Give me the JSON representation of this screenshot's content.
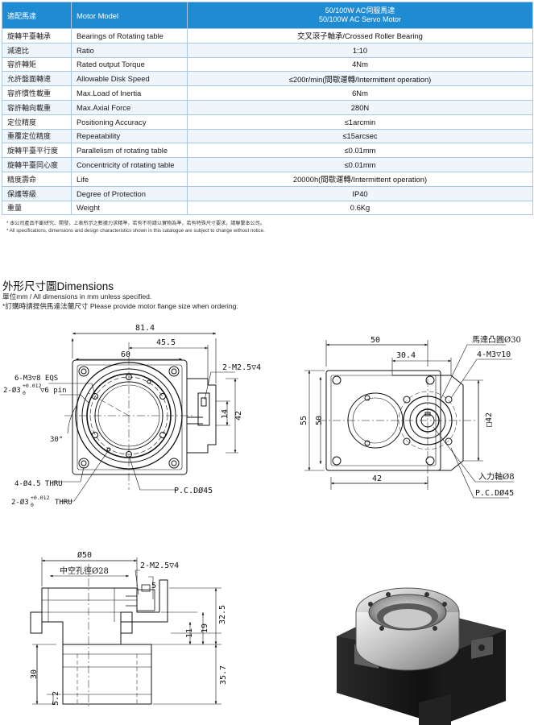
{
  "spec_table": {
    "header": {
      "col1": "適配馬達",
      "col2": "Motor Model",
      "col3_line1": "50/100W AC伺服馬達",
      "col3_line2": "50/100W AC Servo Motor"
    },
    "rows": [
      {
        "zh": "旋轉平臺軸承",
        "en": "Bearings of Rotating table",
        "value": "交叉滾子軸承/Crossed Roller Bearing"
      },
      {
        "zh": "減速比",
        "en": "Ratio",
        "value": "1:10"
      },
      {
        "zh": "容許轉矩",
        "en": "Rated output Torque",
        "value": "4Nm"
      },
      {
        "zh": "允許盤面轉速",
        "en": "Allowable Disk Speed",
        "value": "≤200r/min(間歇運轉/Intermittent operation)"
      },
      {
        "zh": "容許慣性載重",
        "en": "Max.Load of Inertia",
        "value": "6Nm"
      },
      {
        "zh": "容許軸向載重",
        "en": "Max.Axial Force",
        "value": "280N"
      },
      {
        "zh": "定位精度",
        "en": "Positioning Accuracy",
        "value": "≤1arcmin"
      },
      {
        "zh": "重覆定位精度",
        "en": "Repeatability",
        "value": "≤15arcsec"
      },
      {
        "zh": "旋轉平臺平行度",
        "en": "Parallelism of rotating table",
        "value": "≤0.01mm"
      },
      {
        "zh": "旋轉平臺同心度",
        "en": "Concentricity of rotating table",
        "value": "≤0.01mm"
      },
      {
        "zh": "精度壽命",
        "en": "Life",
        "value": "20000h(間歇運轉/Intermittent operation)"
      },
      {
        "zh": "保護等級",
        "en": "Degree of Protection",
        "value": "IP40"
      },
      {
        "zh": "重量",
        "en": "Weight",
        "value": "0.6Kg"
      }
    ]
  },
  "notes": {
    "zh": "* 本公司產品不斷研究、開發，上表所示之數據力求精準，若有不符請以實物為準，若有特殊尺寸要求，請聯繫本公司。",
    "en": "* All specifications, dimensions and design characteristics shown in this catalogue are subject to change without notice."
  },
  "dimensions": {
    "title_zh": "外形尺寸圖",
    "title_en": "Dimensions",
    "unit_note": "單位mm / All dimensions in mm unless specified.",
    "order_note": "*訂購時請提供馬達法蘭尺寸 Please provide motor flange size when ordering.",
    "front_view": {
      "d_81_4": "81.4",
      "d_45_5": "45.5",
      "d_60": "60",
      "m2_5": "2-M2.5▽4",
      "m3_holes": "6-M3▽8 EQS",
      "pin": "2-Ø3",
      "pin_tol": "+0.012",
      "pin_tol_low": "0",
      "pin_depth": "▽6 pin",
      "angle": "30°",
      "d_14": "14",
      "d_42": "42",
      "thru_holes": "4-Ø4.5 THRU",
      "pin_thru": "2-Ø3",
      "pin_thru_suffix": "THRU",
      "pcd": "P.C.DØ45"
    },
    "rear_view": {
      "d_50": "50",
      "d_30_4": "30.4",
      "d_55": "55",
      "d_50v": "50",
      "d_42": "42",
      "sq_42": "□42",
      "boss": "馬達凸圓Ø30",
      "m3": "4-M3▽10",
      "shaft": "入力軸Ø8",
      "pcd": "P.C.DØ45"
    },
    "side_view": {
      "d_50": "Ø50",
      "bore": "中空孔徑Ø28",
      "m2_5": "2-M2.5▽4",
      "d_5": "5",
      "d_32_5": "32.5",
      "d_19": "19",
      "d_11": "11",
      "d_30": "30",
      "d_5_2": "5.2",
      "d_35_7": "35.7"
    }
  }
}
